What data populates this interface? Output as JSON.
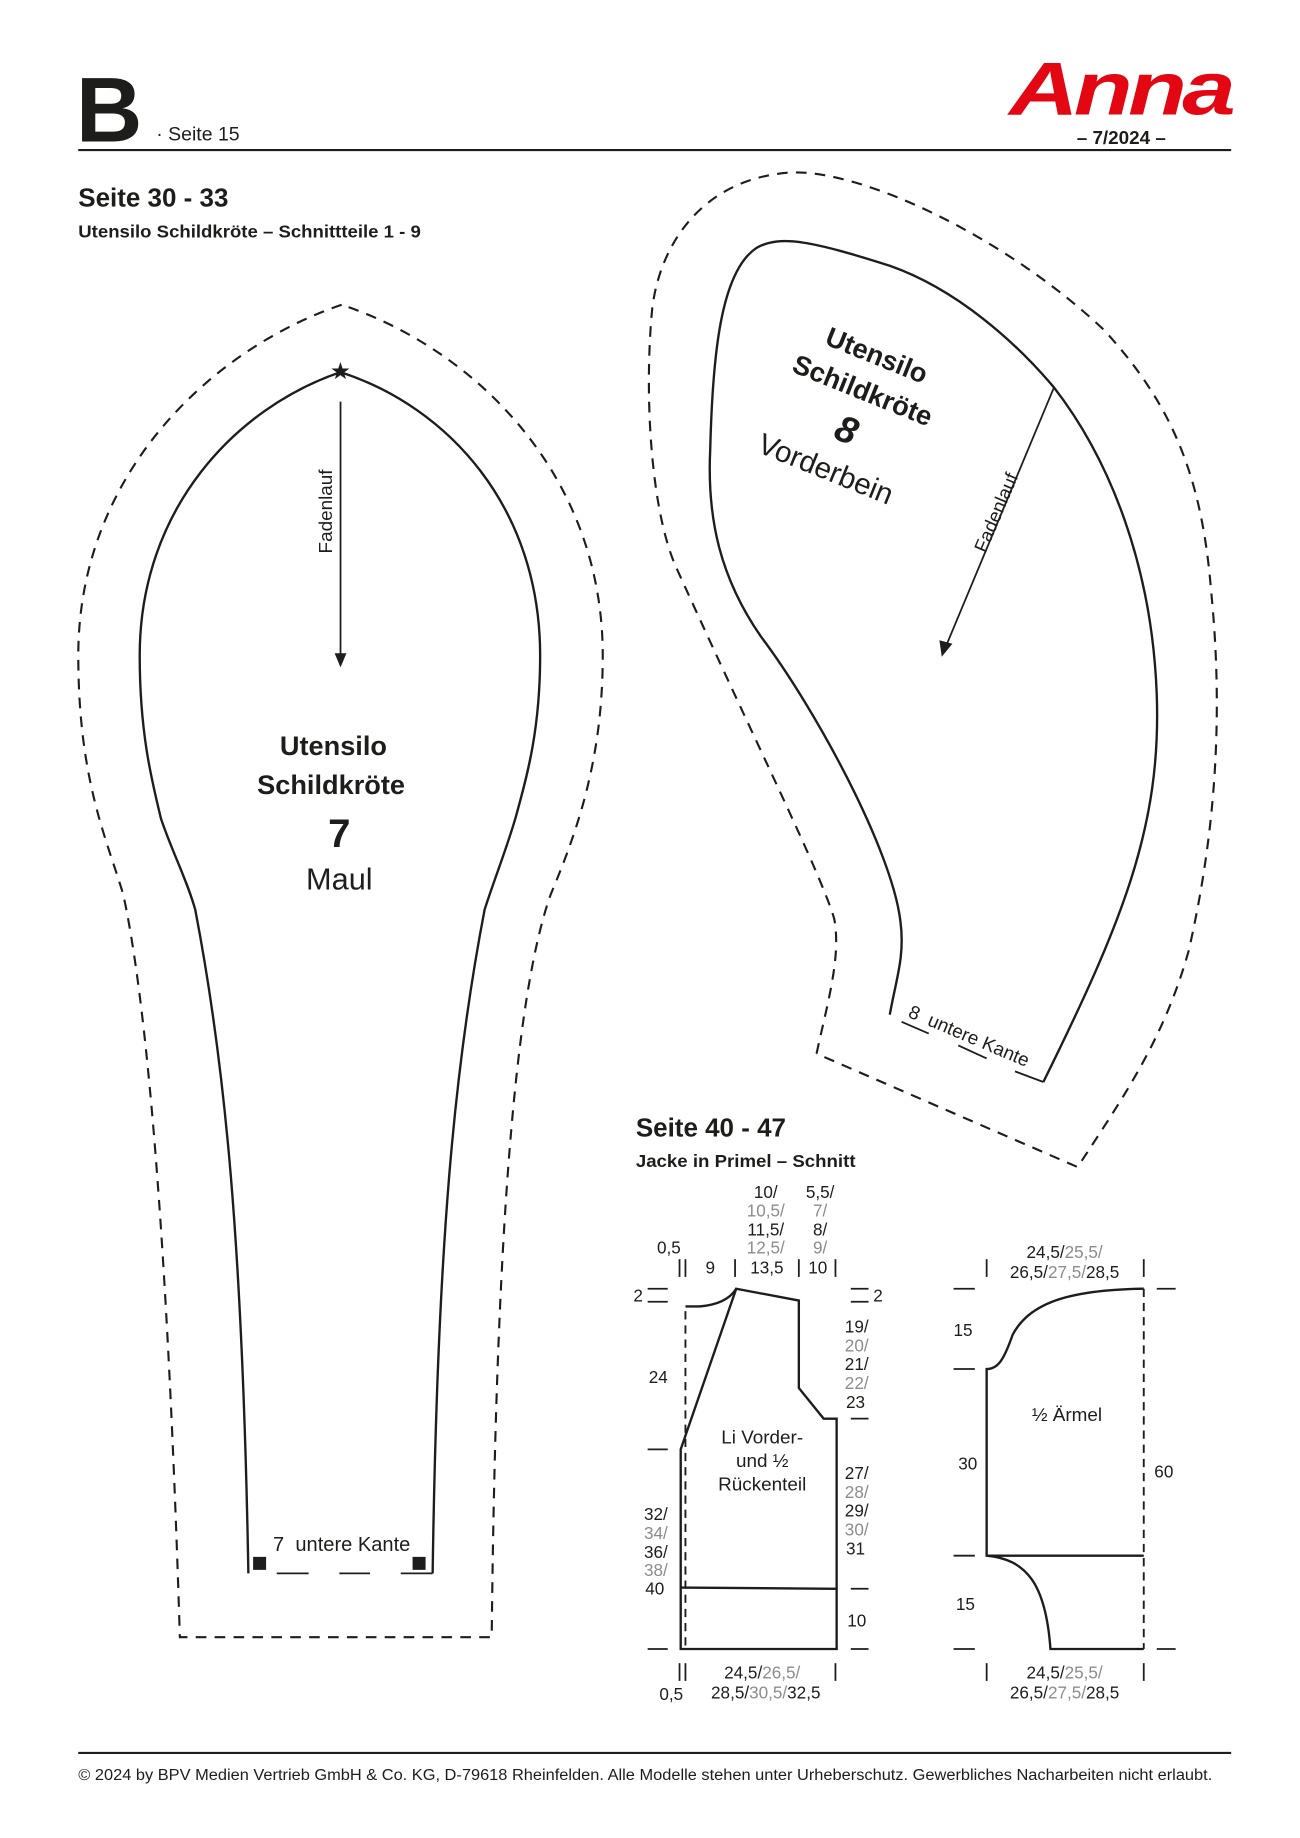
{
  "header": {
    "section_letter": "B",
    "page_label": "· Seite 15",
    "brand": "Anna",
    "issue": "– 7/2024 –",
    "brand_color": "#e30613"
  },
  "section1": {
    "title": "Seite 30 - 33",
    "subtitle": "Utensilo Schildkröte – Schnittteile 1 - 9",
    "piece7": {
      "line1": "Utensilo",
      "line2": "Schildkröte",
      "number": "7",
      "name": "Maul",
      "grain": "Fadenlauf",
      "bottom_label": "7  untere Kante"
    },
    "piece8": {
      "line1": "Utensilo",
      "line2": "Schildkröte",
      "number": "8",
      "name": "Vorderbein",
      "grain": "Fadenlauf",
      "bottom_label": "8  untere Kante"
    }
  },
  "section2": {
    "title": "Seite 40 - 47",
    "subtitle": "Jacke in Primel – Schnitt",
    "body": {
      "label": [
        "Li Vorder-",
        "und ½",
        "Rückenteil"
      ],
      "top_neck": [
        "10/",
        "10,5/",
        "11,5/",
        "12,5/"
      ],
      "top_shoulder": [
        "5,5/",
        "7/",
        "8/",
        "9/"
      ],
      "top_row": {
        "edge": "0,5",
        "a": "9",
        "b": "13,5",
        "c": "10"
      },
      "left_shoulder_drop": "2",
      "right_shoulder_drop": "2",
      "neck_depth": "24",
      "armhole": [
        "19/",
        "20/",
        "21/",
        "22/",
        "23"
      ],
      "side_left": [
        "32/",
        "34/",
        "36/",
        "38/",
        "40"
      ],
      "side_right": [
        "27/",
        "28/",
        "29/",
        "30/",
        "31"
      ],
      "rib": "10",
      "bottom_width": [
        "24,5/",
        "26,5/",
        "28,5/",
        "30,5/",
        "32,5"
      ],
      "bottom_edge": "0,5"
    },
    "sleeve": {
      "label": "½ Ärmel",
      "top_width": [
        "24,5/",
        "25,5/",
        "26,5/",
        "27,5/",
        "28,5"
      ],
      "cap": "15",
      "mid": "30",
      "cuff": "15",
      "total": "60",
      "bottom_width": [
        "24,5/",
        "25,5/",
        "26,5/",
        "27,5/",
        "28,5"
      ]
    },
    "size_colors": {
      "odd": "#1d1d1b",
      "even": "#8c8c8c"
    }
  },
  "footer": {
    "copyright": "© 2024 by BPV Medien Vertrieb GmbH & Co. KG, D-79618 Rheinfelden. Alle Modelle stehen unter Urheberschutz. Gewerbliches Nacharbeiten nicht erlaubt."
  }
}
